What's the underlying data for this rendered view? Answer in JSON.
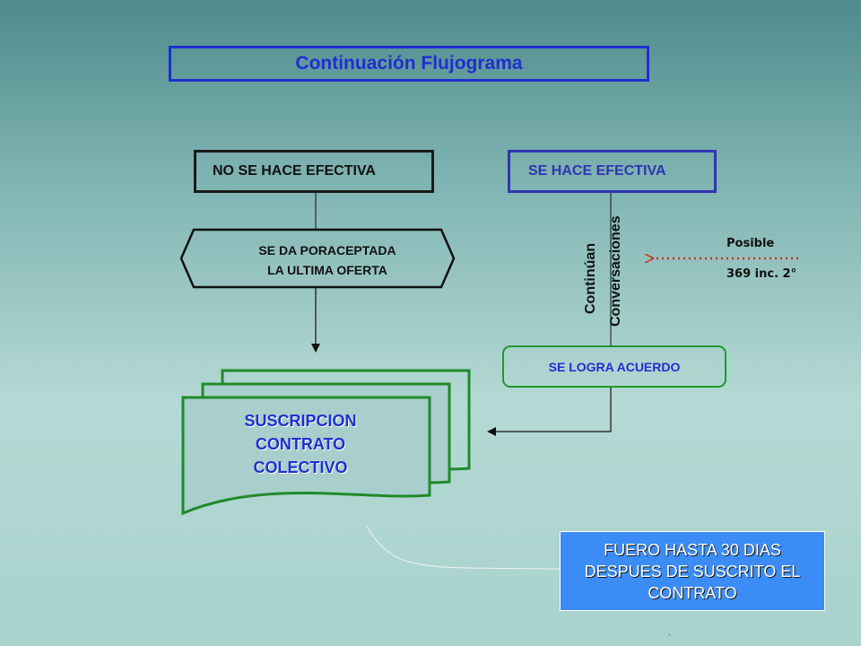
{
  "title": "Continuación Flujograma",
  "left_branch": {
    "top_box": "NO SE HACE EFECTIVA",
    "hexagon_line1": "SE DA PORACEPTADA",
    "hexagon_line2": "LA ULTIMA OFERTA"
  },
  "right_branch": {
    "top_box": "SE HACE EFECTIVA",
    "vertical_label_1": "Continúan",
    "vertical_label_2": "Conversaciones",
    "posible_line1": "Posible",
    "posible_line2": "369 inc. 2°",
    "result_box": "SE LOGRA ACUERDO"
  },
  "document": {
    "line1": "SUSCRIPCION",
    "line2": "CONTRATO",
    "line3": "COLECTIVO"
  },
  "note": {
    "line1": "FUERO HASTA 30 DIAS",
    "line2": "DESPUES DE SUSCRITO EL",
    "line3": "CONTRATO"
  },
  "footer_mark": ".",
  "colors": {
    "title": "#1f2fd0",
    "document_border": "#1f8a2a",
    "note_bg": "#3b8cf5",
    "dotted_arrow": "#c8331c"
  }
}
